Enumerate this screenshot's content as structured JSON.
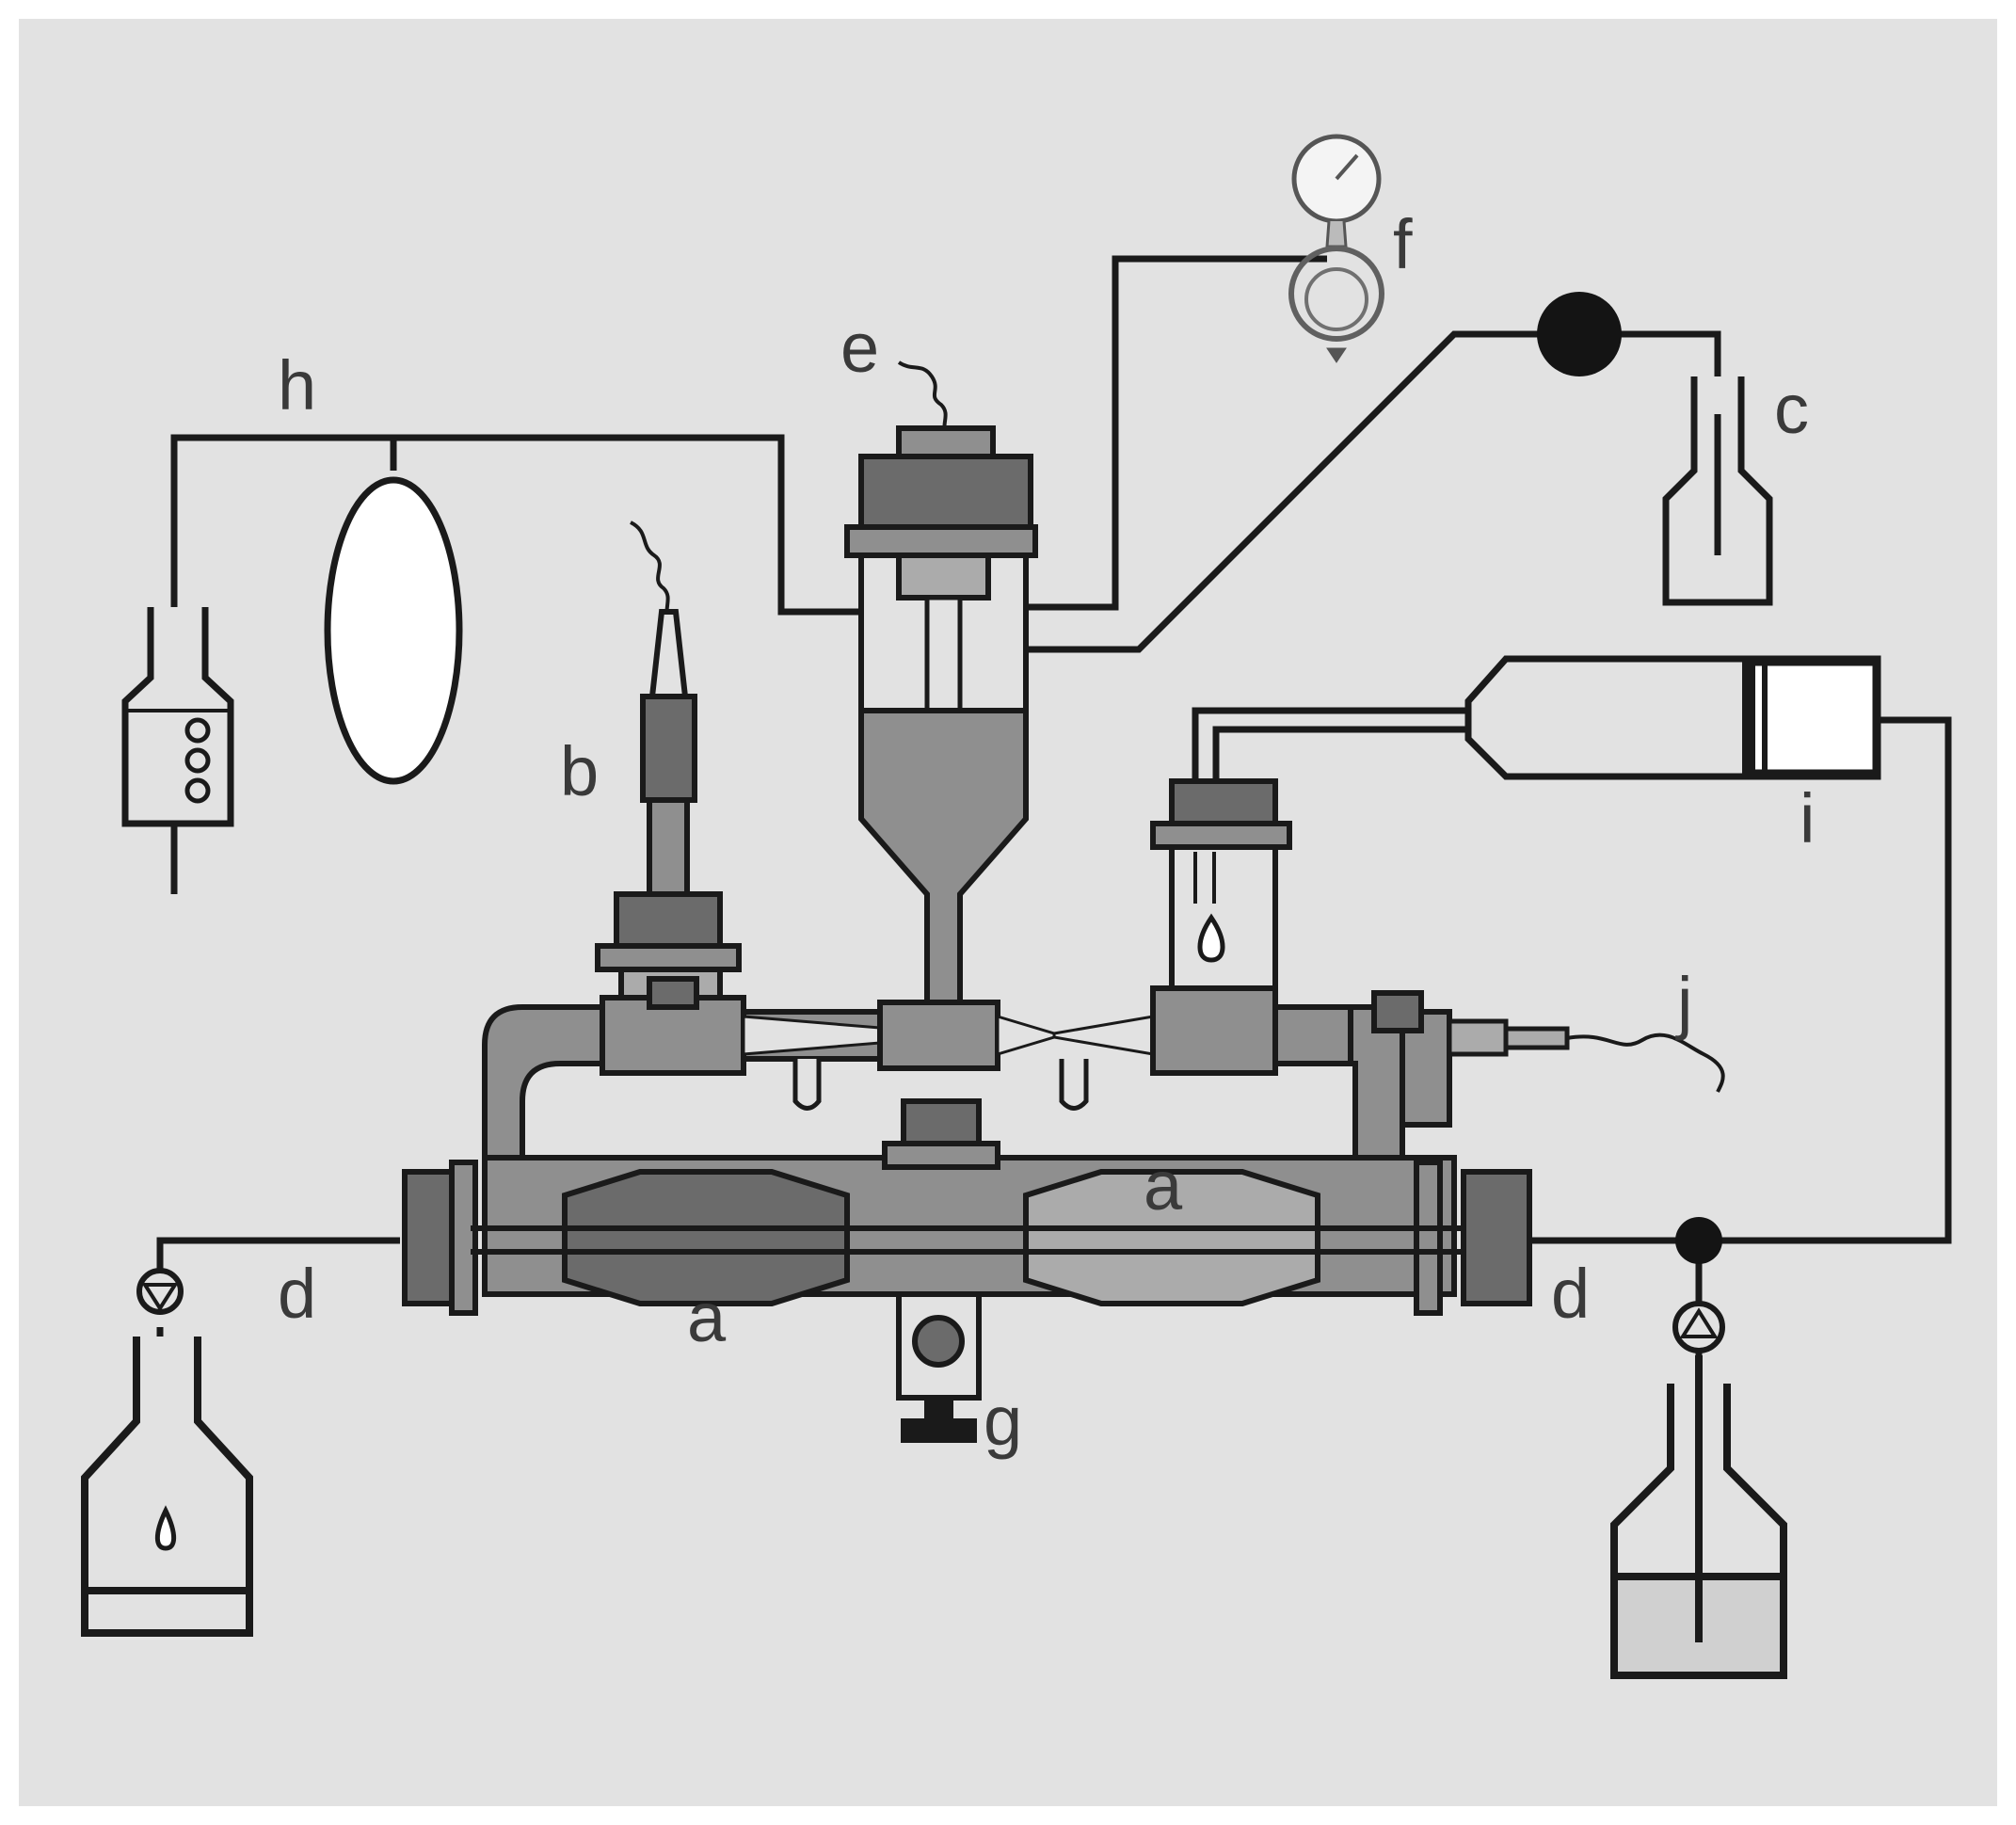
{
  "labels": {
    "a_top": "a",
    "a_bottom": "a",
    "b": "b",
    "c": "c",
    "d_left": "d",
    "d_right": "d",
    "e": "e",
    "f": "f",
    "g": "g",
    "h": "h",
    "i": "i",
    "j": "j"
  },
  "colors": {
    "background": "#e2e2e2",
    "border": "#ffffff",
    "line": "#1a1a1a",
    "part_dark": "#6b6b6b",
    "part_mid": "#8f8f8f",
    "part_light": "#ababab",
    "label": "#3a3a3a"
  }
}
